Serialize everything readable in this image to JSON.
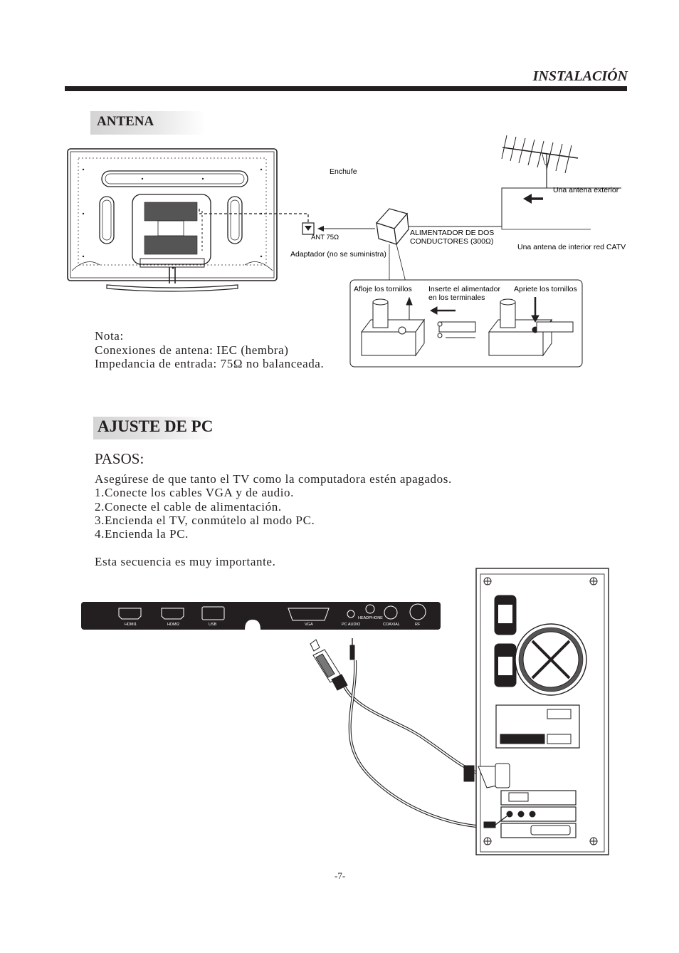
{
  "header": {
    "title": "INSTALACIÓN"
  },
  "antena": {
    "section_title": "ANTENA",
    "labels": {
      "enchufe": "Enchufe",
      "antena_exterior": "Una antena exterior",
      "ant_jack": "ANT 75Ω",
      "alimentador_line1": "ALIMENTADOR DE DOS",
      "alimentador_line2": "CONDUCTORES (300Ω)",
      "antena_interior": "Una antena de interior red CATV",
      "adaptador": "Adaptador (no se suministra)"
    },
    "steps": {
      "step1": "Afloje los tornillos",
      "step2_line1": "Inserte el alimentador",
      "step2_line2": "en los terminales",
      "step3": "Apriete los tornillos"
    },
    "note": {
      "heading": "Nota:",
      "line1": "Conexiones de antena: IEC (hembra)",
      "line2": "Impedancia de entrada: 75Ω no balanceada."
    }
  },
  "pc": {
    "section_title": "AJUSTE DE PC",
    "steps_heading": "PASOS:",
    "steps": [
      "Asegúrese de que tanto el TV como la computadora estén apagados.",
      "1.Conecte los cables VGA y de audio.",
      "2.Conecte el cable de alimentación.",
      "3.Encienda el TV, conmútelo al modo PC.",
      "4.Encienda la PC."
    ],
    "closing": "Esta secuencia es muy importante.",
    "ports": {
      "hdmi1": "HDMI1",
      "hdmi2": "HDMI2",
      "usb": "USB",
      "vga": "VGA",
      "headphone": "HEADPHONE",
      "pc_audio": "PC AUDIO",
      "coaxial": "COAXIAL",
      "rf": "RF"
    }
  },
  "footer": {
    "page_number": "-7-"
  }
}
